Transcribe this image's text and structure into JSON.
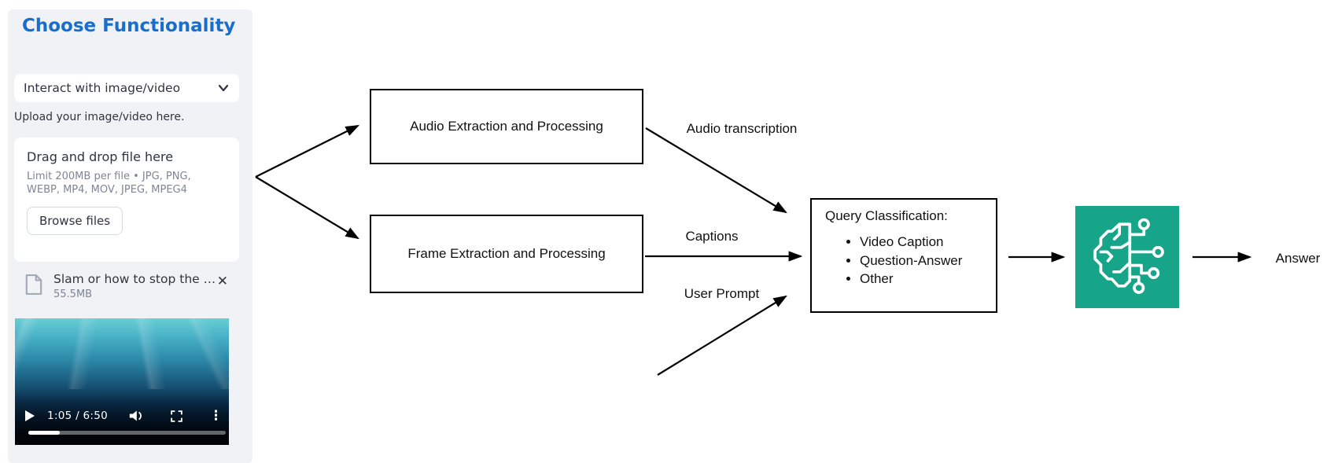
{
  "sidebar": {
    "title": "Choose Functionality",
    "dropdown": {
      "value": "Interact with image/video"
    },
    "upload_label": "Upload your image/video here.",
    "uploader": {
      "drag_text": "Drag and drop file here",
      "limit_text": "Limit 200MB per file • JPG, PNG, WEBP, MP4, MOV, JPEG, MPEG4",
      "browse_label": "Browse files"
    },
    "file": {
      "name": "Slam or how to stop the …",
      "size": "55.5MB"
    },
    "video": {
      "time_display": "1:05 / 6:50",
      "progress_percent": 16
    }
  },
  "diagram": {
    "boxes": {
      "audio": "Audio Extraction and Processing",
      "frame": "Frame Extraction and Processing"
    },
    "query": {
      "title": "Query Classification:",
      "items": [
        "Video Caption",
        "Question-Answer",
        "Other"
      ]
    },
    "labels": {
      "audio_transcription": "Audio transcription",
      "captions": "Captions",
      "user_prompt": "User Prompt",
      "answer": "Answer"
    },
    "colors": {
      "icon_green": "#17a589",
      "accent_blue": "#1a6ecb",
      "sidebar_bg": "#f0f2f6"
    }
  }
}
